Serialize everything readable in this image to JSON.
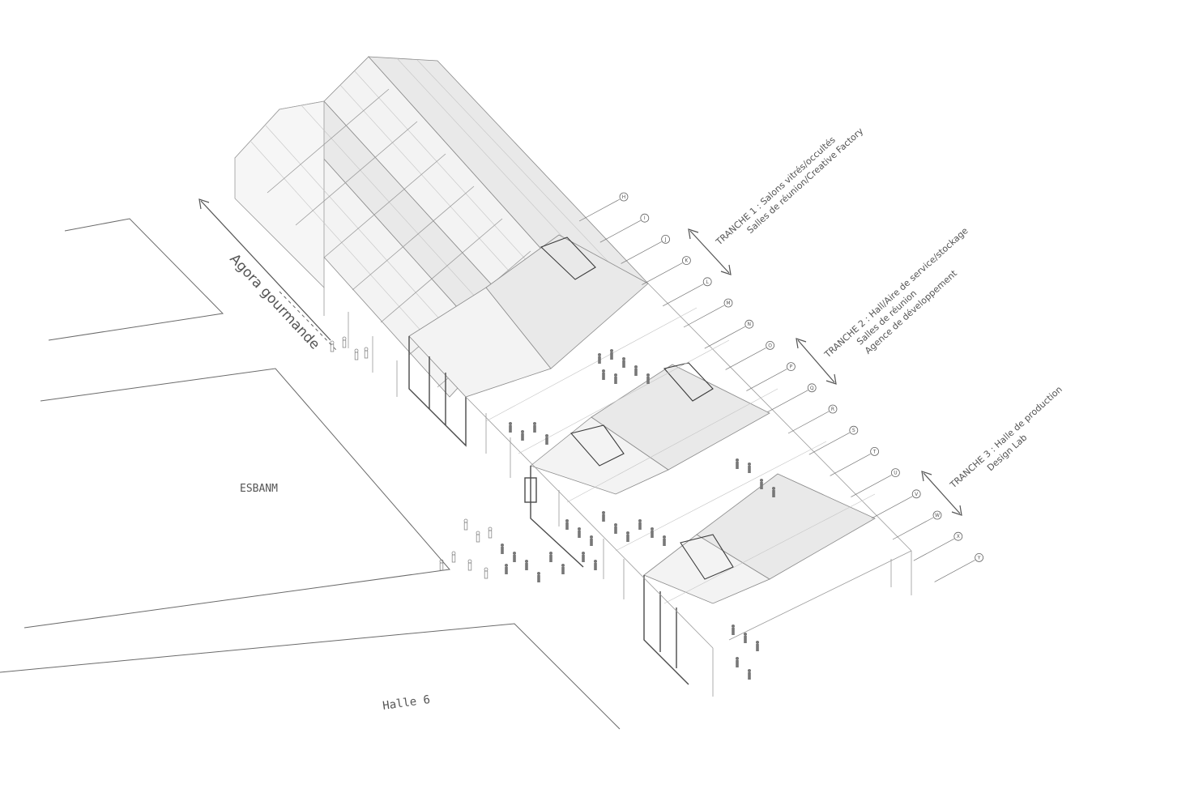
{
  "labels": {
    "agora": "Agora gourmande",
    "esbanm": "ESBANM",
    "halle6": "Halle 6"
  },
  "tranches": [
    {
      "lines": [
        "TRANCHE 1 : Salons vitrés/occultés",
        "Salles de réunion/Creative Factory"
      ]
    },
    {
      "lines": [
        "TRANCHE 2 : Hall/Aire de service/stockage",
        "Salles de réunion",
        "Agence de développement"
      ]
    },
    {
      "lines": [
        "TRANCHE 3 : Halle de production",
        "Design Lab"
      ]
    }
  ],
  "grid_markers": [
    "H",
    "I",
    "J",
    "K",
    "L",
    "M",
    "N",
    "O",
    "P",
    "Q",
    "R",
    "S",
    "T",
    "U",
    "V",
    "W",
    "X",
    "Y"
  ],
  "colors": {
    "line": "#6a6a6a",
    "text": "#555555",
    "dark": "#3a3a3a"
  }
}
